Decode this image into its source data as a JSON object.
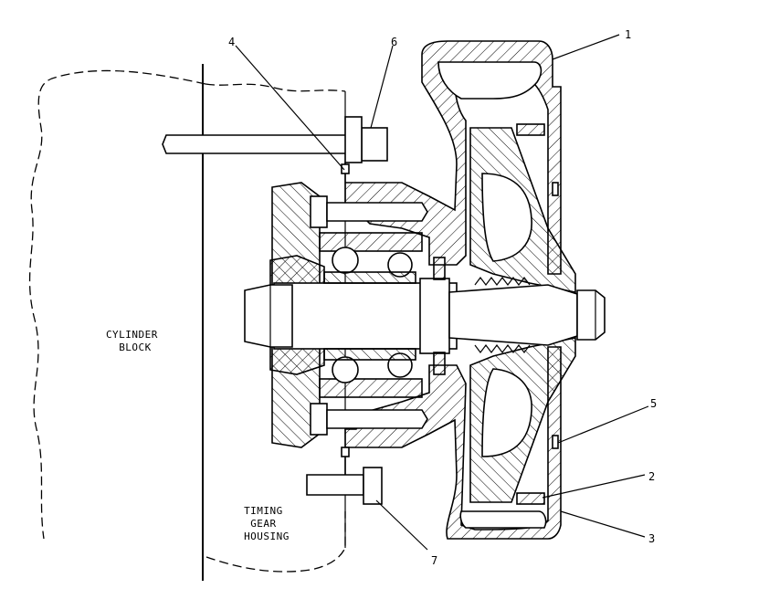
{
  "labels": {
    "cylinder_block": [
      "CYLINDER",
      "BLOCK"
    ],
    "timing_gear_housing": [
      "TIMING",
      "GEAR",
      "HOUSING"
    ]
  },
  "callouts": {
    "c1": "1",
    "c2": "2",
    "c3": "3",
    "c4": "4",
    "c5": "5",
    "c6": "6",
    "c7": "7"
  },
  "colors": {
    "ink": "#000000",
    "paper": "#ffffff"
  }
}
